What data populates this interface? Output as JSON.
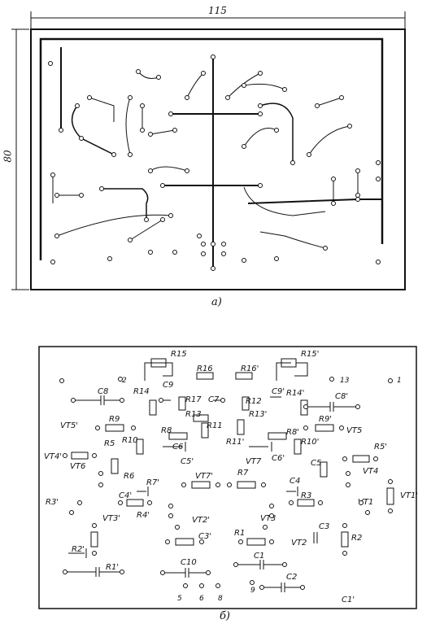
{
  "figure_a": {
    "caption": "a)",
    "width_dim": "115",
    "height_dim": "80"
  },
  "figure_b": {
    "caption": "б)",
    "component_labels": [
      "R15",
      "R15'",
      "R16",
      "R16'",
      "R14",
      "R14'",
      "C8",
      "C8'",
      "C9",
      "C9'",
      "R17",
      "C7",
      "R12",
      "R13",
      "R13'",
      "R9",
      "R9'",
      "R11",
      "R11'",
      "R8",
      "R8'",
      "C6",
      "C6'",
      "R10",
      "R10'",
      "R5",
      "R5'",
      "VT5",
      "VT5'",
      "VT6",
      "VT4",
      "VT4'",
      "R6",
      "C5",
      "C5'",
      "VT7",
      "VT7'",
      "R7",
      "R7'",
      "C4",
      "C4'",
      "R3",
      "R3'",
      "VT1",
      "VT1'",
      "R4'",
      "VT2",
      "VT2'",
      "VT3",
      "VT3'",
      "R2",
      "R2'",
      "C3",
      "C3'",
      "R1",
      "R1'",
      "C10",
      "C1",
      "C2",
      "C1'"
    ],
    "terminal_numbers": [
      "1",
      "2",
      "13",
      "5",
      "6",
      "8",
      "9"
    ]
  }
}
